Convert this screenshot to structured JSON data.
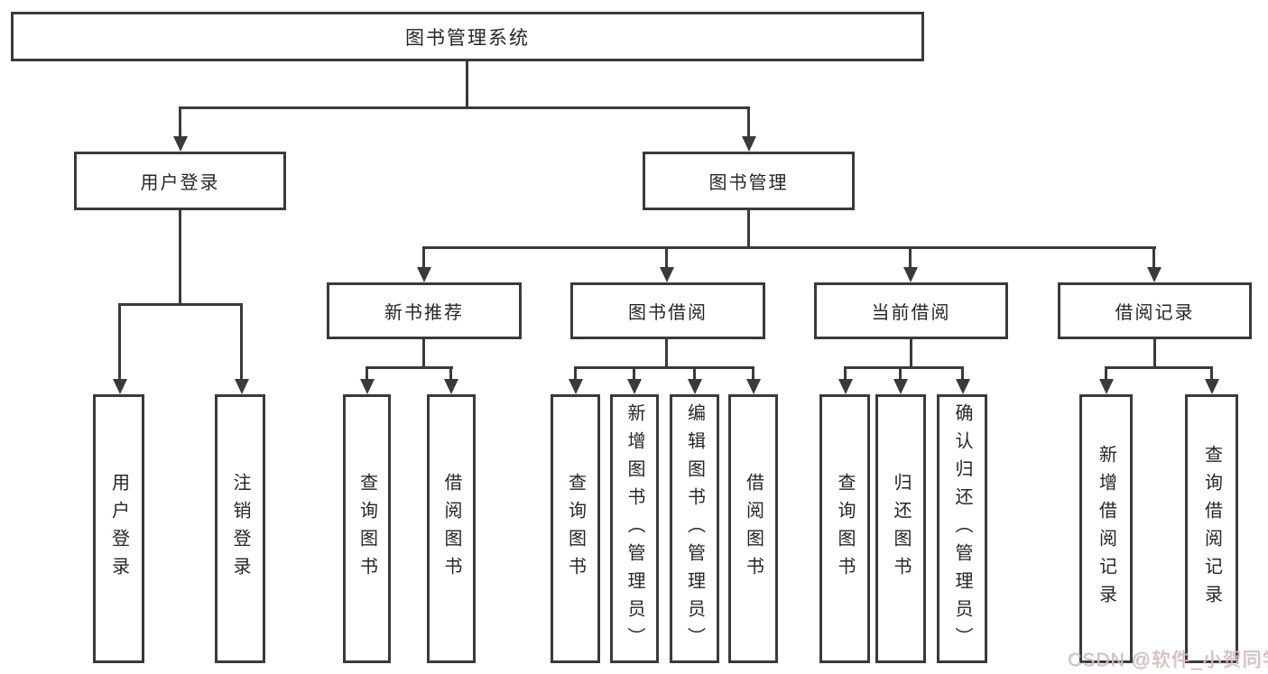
{
  "nodes": {
    "root": {
      "label": "图书管理系统"
    },
    "user_login": {
      "label": "用户登录"
    },
    "book_management": {
      "label": "图书管理"
    },
    "new_book_recommend": {
      "label": "新书推荐"
    },
    "book_borrowing": {
      "label": "图书借阅"
    },
    "current_borrowing": {
      "label": "当前借阅"
    },
    "borrowing_records": {
      "label": "借阅记录"
    },
    "user_login_leaf": {
      "label": "用户登录"
    },
    "logout_leaf": {
      "label": "注销登录"
    },
    "query_books_recommend": {
      "label": "查询图书"
    },
    "borrow_books_recommend": {
      "label": "借阅图书"
    },
    "query_books_borrowing": {
      "label": "查询图书"
    },
    "add_books_admin": {
      "label": "新增图书（管理员）"
    },
    "edit_books_admin": {
      "label": "编辑图书（管理员）"
    },
    "borrow_books_borrowing": {
      "label": "借阅图书"
    },
    "query_books_current": {
      "label": "查询图书"
    },
    "return_books": {
      "label": "归还图书"
    },
    "confirm_return_admin": {
      "label": "确认归还（管理员）"
    },
    "add_borrow_record": {
      "label": "新增借阅记录"
    },
    "query_borrow_record": {
      "label": "查询借阅记录"
    }
  },
  "watermark": {
    "text": "CSDN @软件_小贺同学"
  },
  "colors": {
    "line": "#3a3a3a",
    "border": "#3a3a3a",
    "text": "#262626",
    "background": "#ffffff",
    "watermark": "#c9c2c2"
  }
}
